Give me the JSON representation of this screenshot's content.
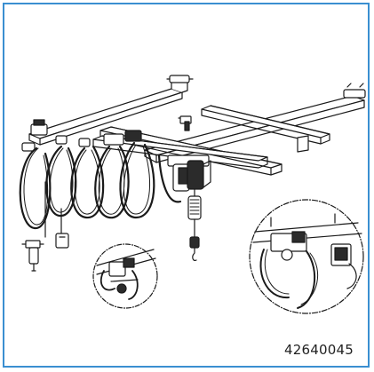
{
  "diagram": {
    "part_number": "42640045",
    "colors": {
      "frame_border": "#3a8fd1",
      "line": "#1a1a1a",
      "fill_dark": "#2b2b2b",
      "fill_light": "#ffffff"
    },
    "icons": [
      "crane-rail-system",
      "chain-hoist",
      "festoon-cable-loops",
      "filter-regulator-unit",
      "detail-magnifier-circle"
    ]
  }
}
